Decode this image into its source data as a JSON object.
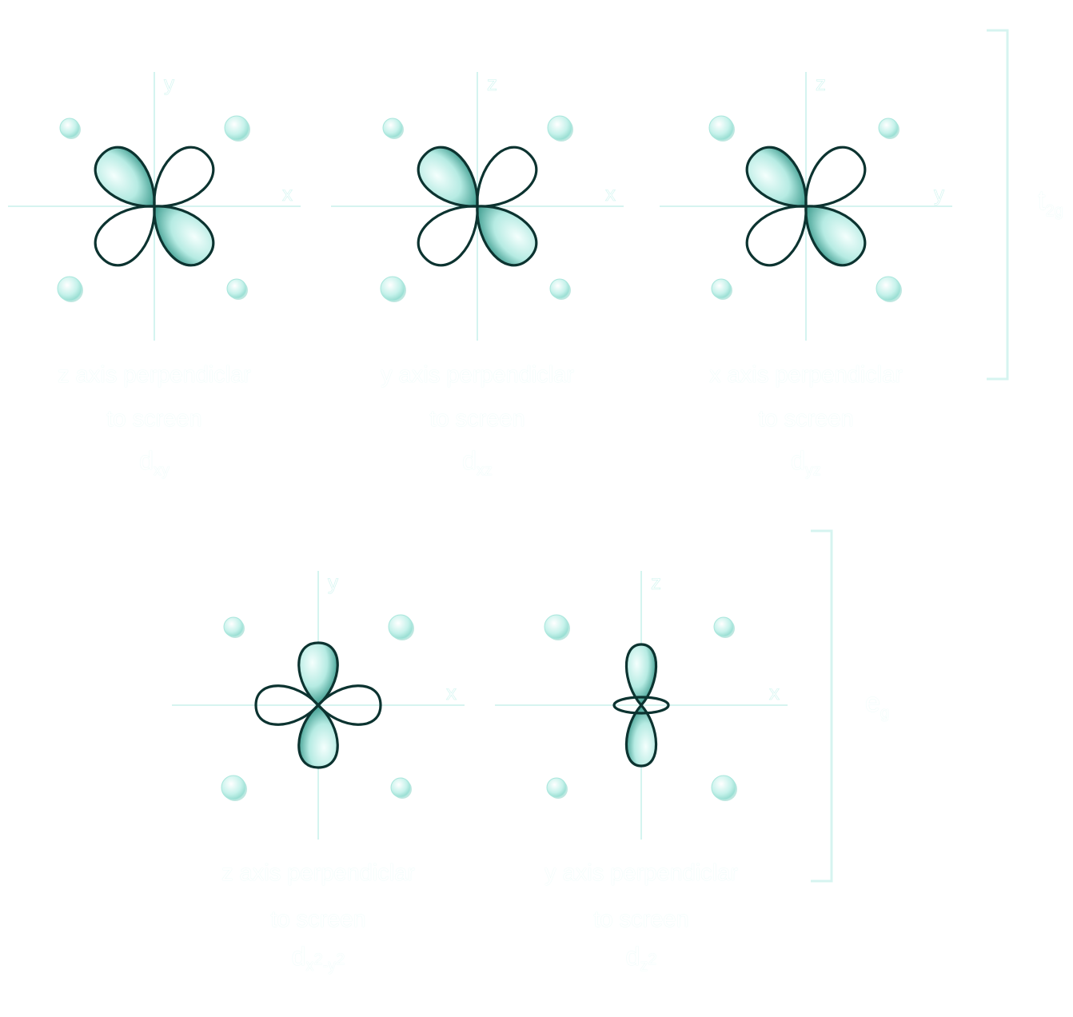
{
  "panels": [
    {
      "id": "dxy",
      "axis_v": "y",
      "axis_h": "x",
      "caption_line1": "z axis perpendiclar",
      "caption_line2": "to screen",
      "symbol_main": "d",
      "symbol_sub": "xy",
      "orbital": "diag-a"
    },
    {
      "id": "dxz",
      "axis_v": "z",
      "axis_h": "x",
      "caption_line1": "y axis perpendiclar",
      "caption_line2": "to screen",
      "symbol_main": "d",
      "symbol_sub": "xz",
      "orbital": "diag-a"
    },
    {
      "id": "dyz",
      "axis_v": "z",
      "axis_h": "y",
      "caption_line1": "x axis perpendiclar",
      "caption_line2": "to screen",
      "symbol_main": "d",
      "symbol_sub": "yz",
      "orbital": "diag-a"
    },
    {
      "id": "dx2y2",
      "axis_v": "y",
      "axis_h": "x",
      "caption_line1": "z axis perpendiclar",
      "caption_line2": "to screen",
      "symbol_main": "d",
      "symbol_sub": "x",
      "symbol_sup": "2",
      "symbol_sub2": "-y",
      "symbol_sup2": "2",
      "orbital": "axial"
    },
    {
      "id": "dz2",
      "axis_v": "z",
      "axis_h": "x",
      "caption_line1": "y axis perpendiclar",
      "caption_line2": "to screen",
      "symbol_main": "d",
      "symbol_sub": "z",
      "symbol_sup": "2",
      "orbital": "z2"
    }
  ],
  "groups": {
    "t2g": {
      "main": "t",
      "sub": "2g"
    },
    "eg": {
      "main": "e",
      "sub": "g"
    }
  },
  "colors": {
    "lobe_fill_light": "#effffc",
    "lobe_fill_dark": "#1c6e63",
    "lobe_stroke": "#0c3330",
    "axis": "#c9f1ec",
    "ligand": "#bff1ea",
    "text": "#ffffff"
  }
}
